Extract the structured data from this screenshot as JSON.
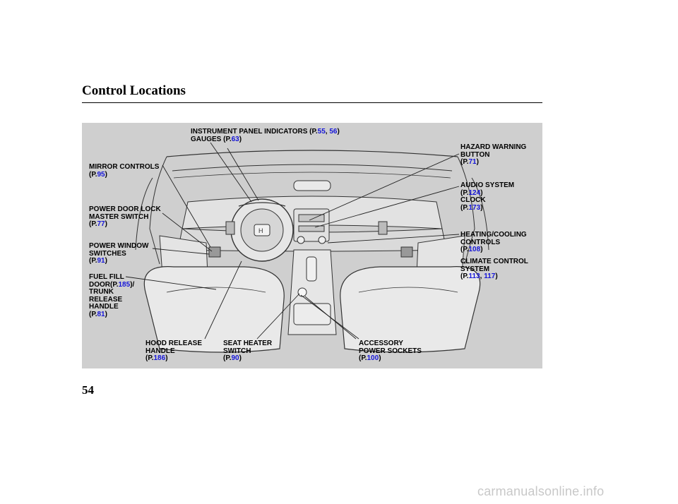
{
  "page": {
    "title": "Control Locations",
    "page_number": "54",
    "watermark": "carmanualsonline.info"
  },
  "labels": {
    "instrument": {
      "l1": "INSTRUMENT PANEL INDICATORS (P.",
      "r1": "55",
      "sep": ", ",
      "r2": "56",
      "close": ")",
      "l2": "GAUGES (P.",
      "r3": "63",
      "close2": ")"
    },
    "mirror": {
      "l1": "MIRROR CONTROLS",
      "open": "(P.",
      "ref": "95",
      "close": ")"
    },
    "powerdoor": {
      "l1": "POWER DOOR LOCK",
      "l2": "MASTER SWITCH",
      "open": "(P.",
      "ref": "77",
      "close": ")"
    },
    "window": {
      "l1": "POWER WINDOW",
      "l2": "SWITCHES",
      "open": "(P.",
      "ref": "91",
      "close": ")"
    },
    "fuel": {
      "l1": "FUEL FILL",
      "l2a": "DOOR(P.",
      "ref1": "185",
      "l2b": ")/",
      "l3": "TRUNK",
      "l4": "RELEASE",
      "l5": "HANDLE",
      "open": "(P.",
      "ref2": "81",
      "close": ")"
    },
    "hood": {
      "l1": "HOOD RELEASE",
      "l2": "HANDLE",
      "open": "(P.",
      "ref": "186",
      "close": ")"
    },
    "seat": {
      "l1": "SEAT HEATER",
      "l2": "SWITCH",
      "open": "(P.",
      "ref": "90",
      "close": ")"
    },
    "accessory": {
      "l1": "ACCESSORY",
      "l2": "POWER SOCKETS",
      "open": "(P.",
      "ref": "100",
      "close": ")"
    },
    "hazard": {
      "l1": "HAZARD WARNING",
      "l2": "BUTTON",
      "open": "(P.",
      "ref": "71",
      "close": ")"
    },
    "audio": {
      "l1": "AUDIO SYSTEM",
      "open1": "(P.",
      "ref1": "124",
      "close1": ")",
      "l2": "CLOCK",
      "open2": "(P.",
      "ref2": "173",
      "close2": ")"
    },
    "heating": {
      "l1": "HEATING/COOLING",
      "l2": "CONTROLS",
      "open": "(P.",
      "ref": "108",
      "close": ")"
    },
    "climate": {
      "l1": "CLIMATE CONTROL",
      "l2": "SYSTEM",
      "open": "(P.",
      "ref1": "113",
      "sep": ", ",
      "ref2": "117",
      "close": ")"
    }
  },
  "colors": {
    "reference_link": "#1515d8",
    "panel_bg": "#cfcfcf"
  },
  "icons": {
    "illustration": "car-interior-illustration"
  }
}
